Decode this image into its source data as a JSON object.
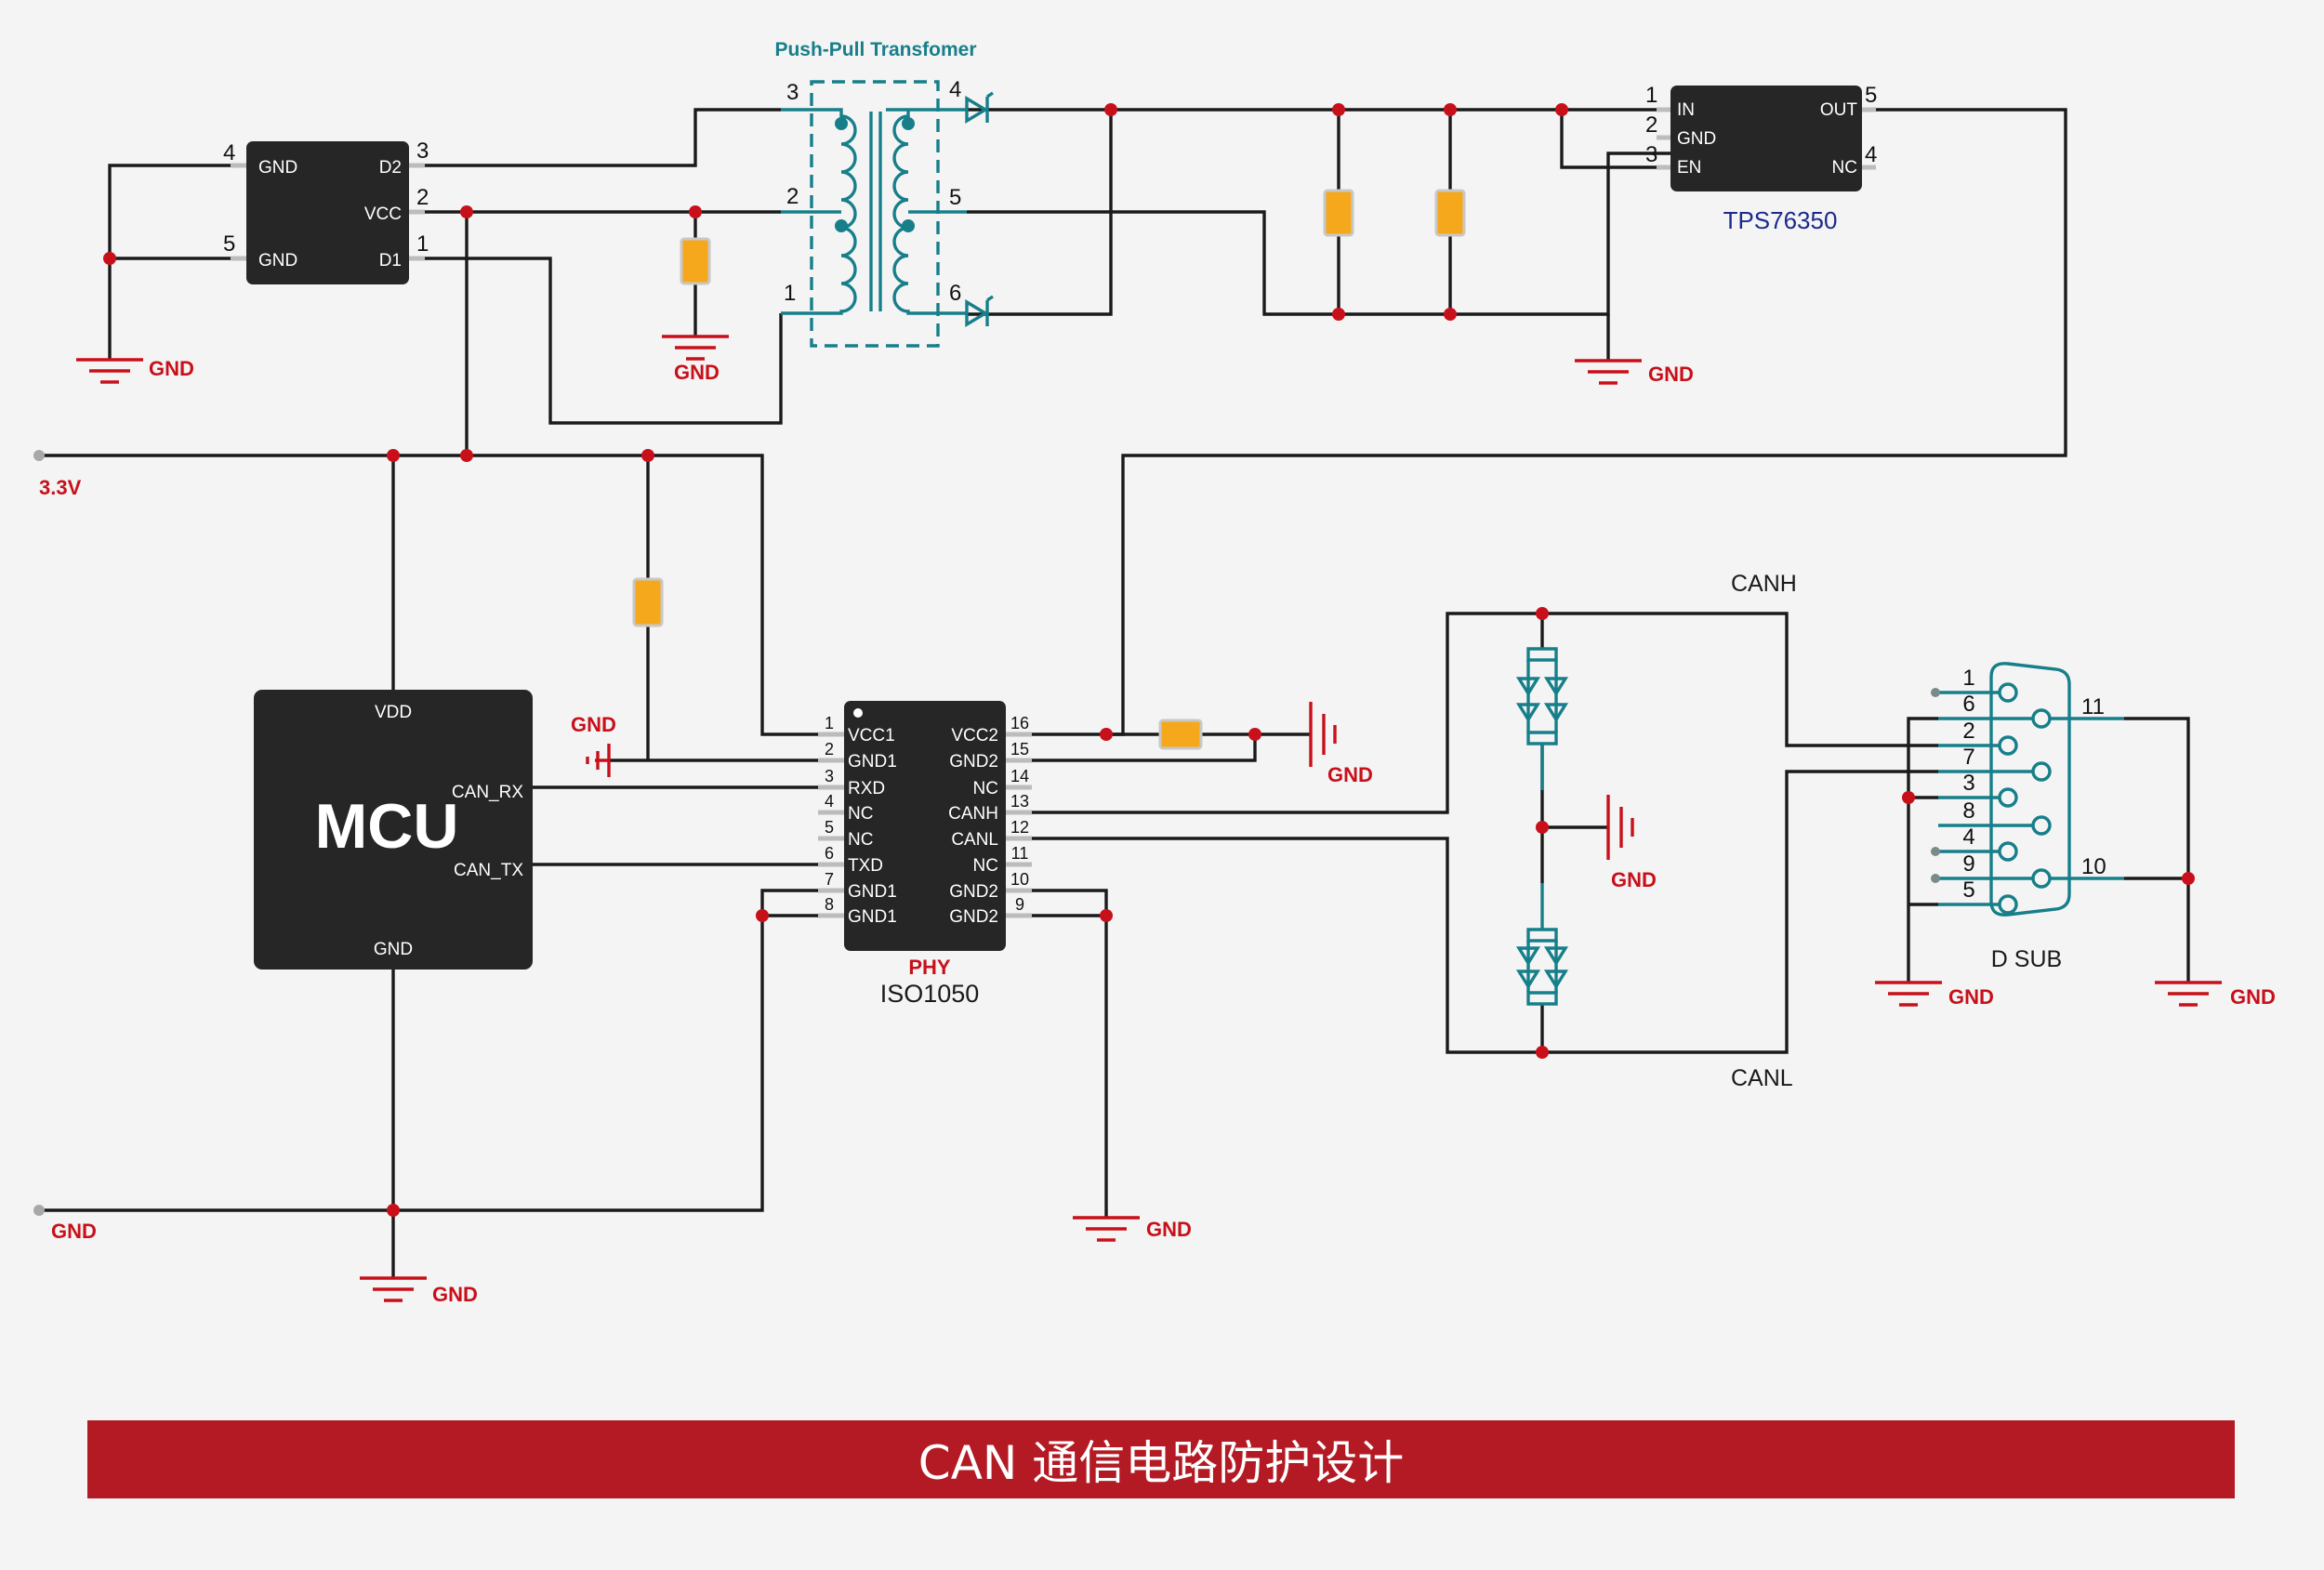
{
  "title": "CAN 通信电路防护设计",
  "transformer": {
    "label": "Push-Pull Transfomer",
    "pins": [
      "3",
      "2",
      "1",
      "4",
      "5",
      "6"
    ]
  },
  "driver": {
    "pins": {
      "gnd4": "GND",
      "gnd5": "GND",
      "d2": "D2",
      "vcc": "VCC",
      "d1": "D1"
    },
    "numbers": [
      "4",
      "5",
      "3",
      "2",
      "1"
    ]
  },
  "ldo": {
    "name": "TPS76350",
    "pins": {
      "in": "IN",
      "gnd": "GND",
      "en": "EN",
      "out": "OUT",
      "nc": "NC"
    },
    "numbers": [
      "1",
      "2",
      "3",
      "5",
      "4"
    ]
  },
  "mcu": {
    "name": "MCU",
    "pins": {
      "vdd": "VDD",
      "can_rx": "CAN_RX",
      "can_tx": "CAN_TX",
      "gnd": "GND"
    }
  },
  "phy": {
    "role": "PHY",
    "name": "ISO1050",
    "left": [
      {
        "n": "1",
        "l": "VCC1"
      },
      {
        "n": "2",
        "l": "GND1"
      },
      {
        "n": "3",
        "l": "RXD"
      },
      {
        "n": "4",
        "l": "NC"
      },
      {
        "n": "5",
        "l": "NC"
      },
      {
        "n": "6",
        "l": "TXD"
      },
      {
        "n": "7",
        "l": "GND1"
      },
      {
        "n": "8",
        "l": "GND1"
      }
    ],
    "right": [
      {
        "n": "16",
        "l": "VCC2"
      },
      {
        "n": "15",
        "l": "GND2"
      },
      {
        "n": "14",
        "l": "NC"
      },
      {
        "n": "13",
        "l": "CANH"
      },
      {
        "n": "12",
        "l": "CANL"
      },
      {
        "n": "11",
        "l": "NC"
      },
      {
        "n": "10",
        "l": "GND2"
      },
      {
        "n": "9",
        "l": "GND2"
      }
    ]
  },
  "nets": {
    "v33": "3.3V",
    "gnd": "GND",
    "canh": "CANH",
    "canl": "CANL"
  },
  "dsub": {
    "name": "D SUB",
    "left": [
      "1",
      "6",
      "2",
      "7",
      "3",
      "8",
      "4",
      "9",
      "5"
    ],
    "right": [
      "11",
      "10"
    ]
  },
  "colors": {
    "accent": "#c8101a",
    "teal": "#167f8a",
    "banner": "#b31a24",
    "cap": "#f6a81c",
    "chip": "#262626"
  }
}
